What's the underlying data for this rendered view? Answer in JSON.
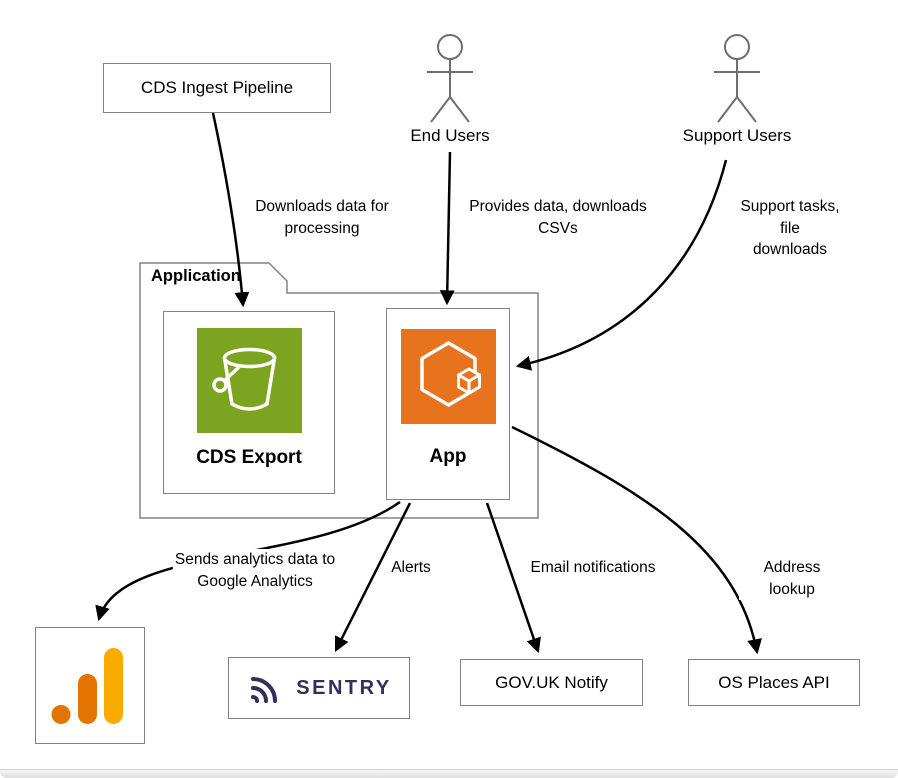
{
  "nodes": {
    "cds_ingest": "CDS Ingest Pipeline",
    "end_users": "End Users",
    "support_users": "Support Users",
    "application_boundary": "Application",
    "cds_export": "CDS Export",
    "app": "App",
    "sentry": "SENTRY",
    "govuk_notify": "GOV.UK Notify",
    "os_places": "OS Places API"
  },
  "edges": {
    "ingest_to_export": "Downloads data for\nprocessing",
    "endusers_to_app": "Provides data, downloads\nCSVs",
    "support_to_app": "Support tasks, file\ndownloads",
    "app_to_ga": "Sends analytics data to\nGoogle Analytics",
    "app_to_sentry": "Alerts",
    "app_to_notify": "Email notifications",
    "app_to_osplaces": "Address lookup"
  },
  "icons": {
    "cds_export": "aws-s3-bucket-icon",
    "app": "aws-ecs-container-icon",
    "google_analytics": "google-analytics-bars-icon",
    "sentry": "sentry-spiral-icon",
    "end_users": "person-icon",
    "support_users": "person-icon"
  },
  "colors": {
    "s3_green": "#7CA421",
    "ecs_orange": "#E8731E",
    "ga_dark_orange": "#E37400",
    "ga_yellow": "#F9AB00",
    "sentry_purple": "#362D59",
    "arrow": "#000000"
  }
}
